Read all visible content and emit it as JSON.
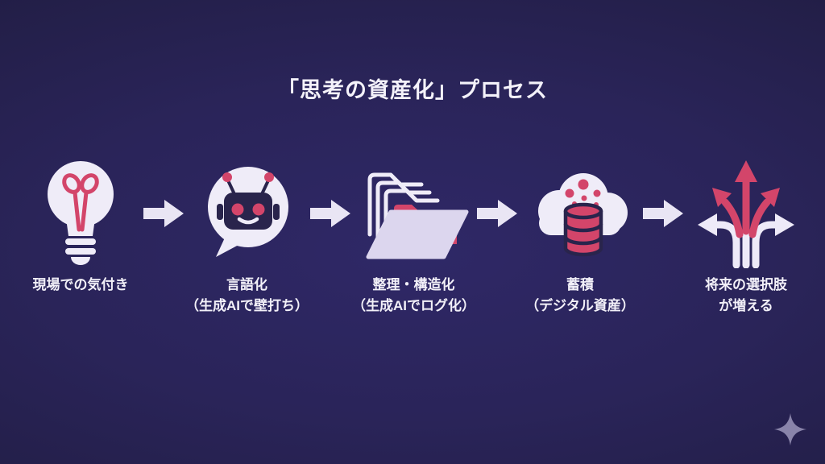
{
  "title": "「思考の資産化」プロセス",
  "colors": {
    "background_center": "#2f2867",
    "background_edge": "#1d1a38",
    "icon_light": "#efecf8",
    "icon_front_lavender": "#dcd6ee",
    "accent_pink": "#d3456a",
    "icon_dark_navy": "#29244c",
    "text": "#f2f0f8",
    "sparkle": "#9b95ba"
  },
  "flow_arrow_icon": "right-block-arrow-icon",
  "steps": [
    {
      "icon": "lightbulb-icon",
      "line1": "現場での気付き",
      "line2": ""
    },
    {
      "icon": "chatbot-icon",
      "line1": "言語化",
      "line2": "（生成AIで壁打ち）"
    },
    {
      "icon": "folder-icon",
      "line1": "整理・構造化",
      "line2": "（生成AIでログ化）"
    },
    {
      "icon": "cloud-database-icon",
      "line1": "蓄積",
      "line2": "（デジタル資産）"
    },
    {
      "icon": "branching-arrows-icon",
      "line1": "将来の選択肢",
      "line2": "が増える"
    }
  ],
  "footer": {
    "sparkle_icon": "sparkle-icon"
  }
}
